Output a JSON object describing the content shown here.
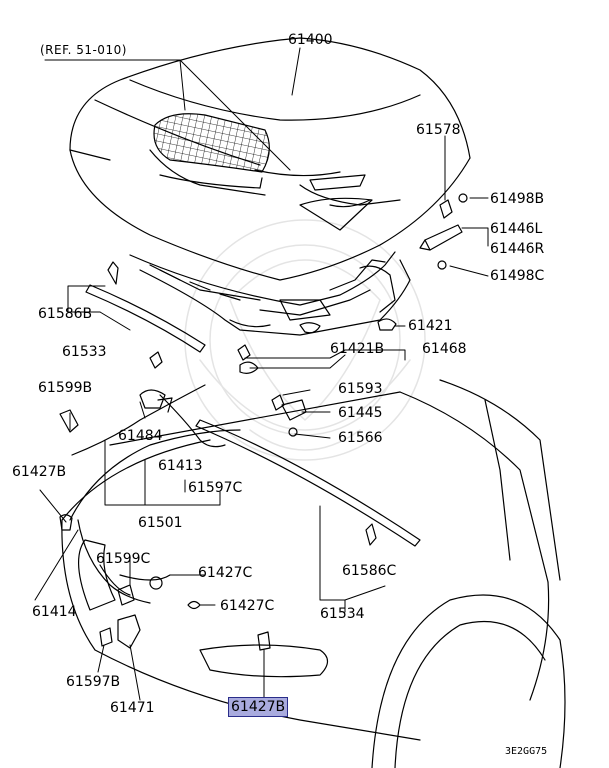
{
  "diagram": {
    "reference": "(REF. 51-010)",
    "code": "3E2GG75",
    "highlight_color": "#a9abde",
    "parts": {
      "p61400": "61400",
      "p61578": "61578",
      "p61498B": "61498B",
      "p61446L": "61446L",
      "p61446R": "61446R",
      "p61498C": "61498C",
      "p61586B": "61586B",
      "p61533": "61533",
      "p61421": "61421",
      "p61421B": "61421B",
      "p61468": "61468",
      "p61599B": "61599B",
      "p61593": "61593",
      "p61445": "61445",
      "p61484": "61484",
      "p61566": "61566",
      "p61413": "61413",
      "p61427B_left": "61427B",
      "p61597C": "61597C",
      "p61501": "61501",
      "p61599C": "61599C",
      "p61427C_a": "61427C",
      "p61586C": "61586C",
      "p61427C_b": "61427C",
      "p61414": "61414",
      "p61534": "61534",
      "p61597B": "61597B",
      "p61471": "61471",
      "p61427B_hl": "61427B"
    }
  }
}
